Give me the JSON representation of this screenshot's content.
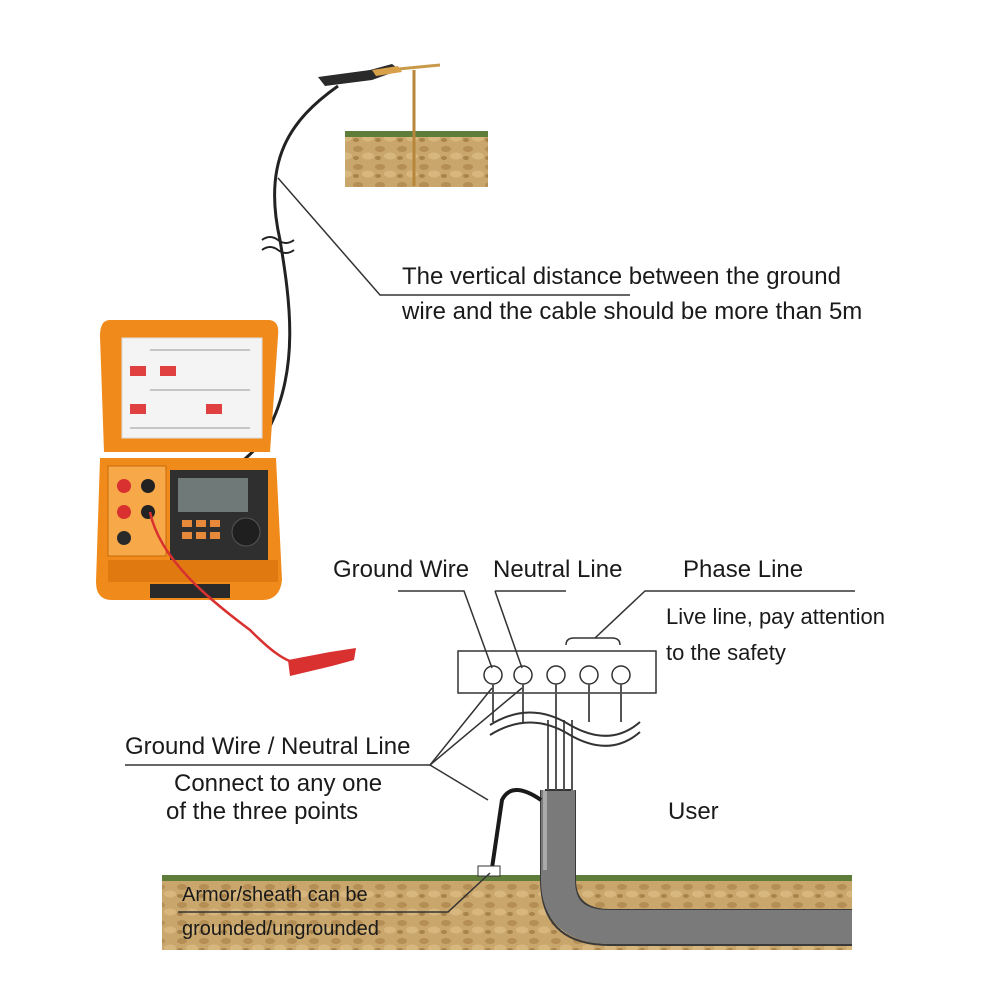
{
  "labels": {
    "distance_line1": "The vertical distance between the ground",
    "distance_line2": "wire and the cable should be more than 5m",
    "ground_wire": "Ground Wire",
    "neutral_line": "Neutral Line",
    "phase_line": "Phase Line",
    "live_line1": "Live line, pay attention",
    "live_line2": "to the safety",
    "gw_nl": "Ground Wire / Neutral Line",
    "connect1": "Connect to any one",
    "connect2": "of the three points",
    "user": "User",
    "armor1": "Armor/sheath can be",
    "armor2": "grounded/ungrounded"
  },
  "colors": {
    "tester_body": "#f08a1a",
    "soil": "#c9a66b",
    "grass": "#5e7d3a",
    "cable": "#7a7a7a",
    "red_clip": "#d93030",
    "black_clip": "#2a2a2a"
  },
  "icons": [
    "tester-device",
    "black-alligator-clip",
    "red-alligator-clip",
    "ground-rod",
    "terminal-block",
    "cable-pipe"
  ]
}
